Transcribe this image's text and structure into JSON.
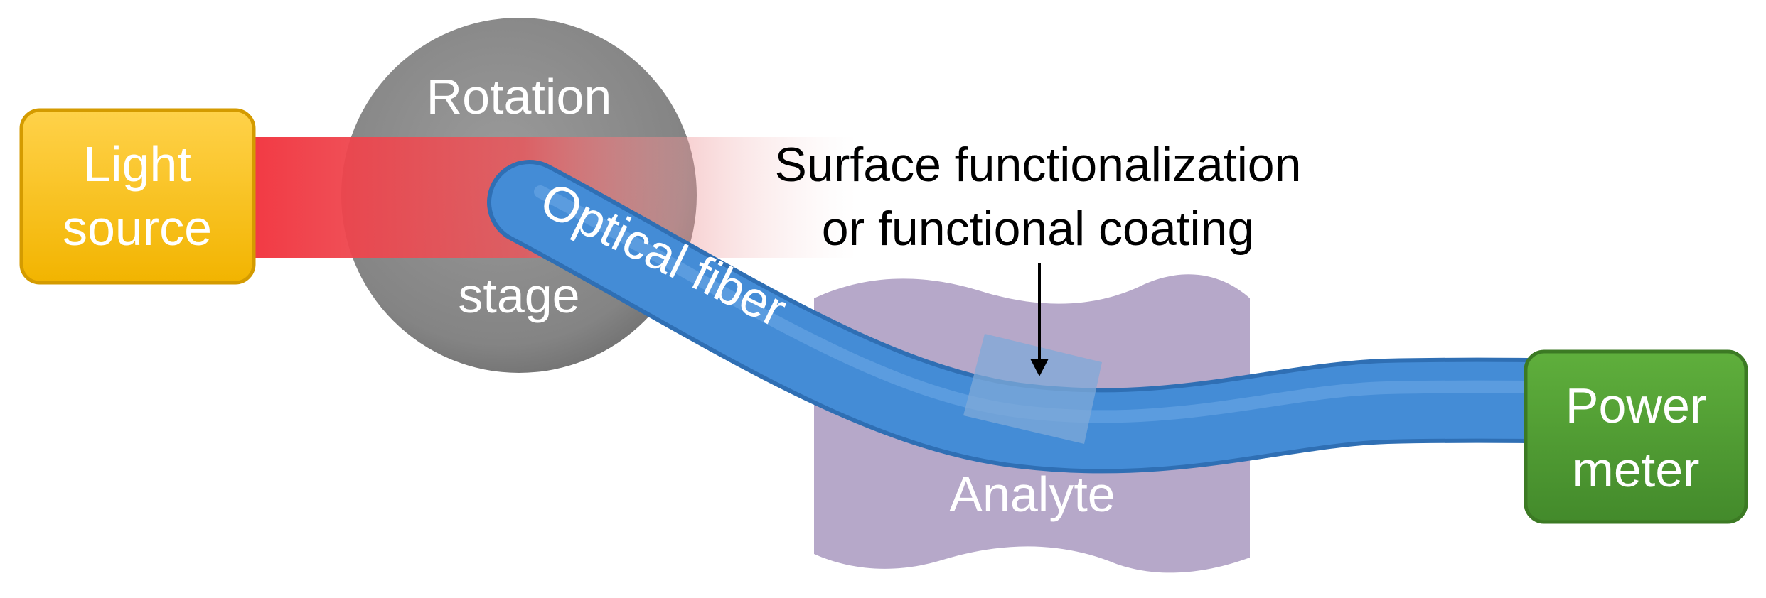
{
  "light_source": {
    "line1": "Light",
    "line2": "source",
    "fill": "#FFC000",
    "stroke": "#D49B00"
  },
  "rotation_stage": {
    "top_label": "Rotation",
    "bottom_label": "stage",
    "fill": "#888888"
  },
  "light_beam": {
    "color": "#F04A50"
  },
  "optical_fiber": {
    "label": "Optical fiber",
    "color": "#3F86D2"
  },
  "analyte": {
    "label": "Analyte",
    "fill": "#B6A8C9"
  },
  "coating": {
    "line1": "Surface functionalization",
    "line2": "or functional coating"
  },
  "power_meter": {
    "line1": "Power",
    "line2": "meter",
    "fill": "#4F9A33",
    "stroke": "#3C7A24"
  }
}
